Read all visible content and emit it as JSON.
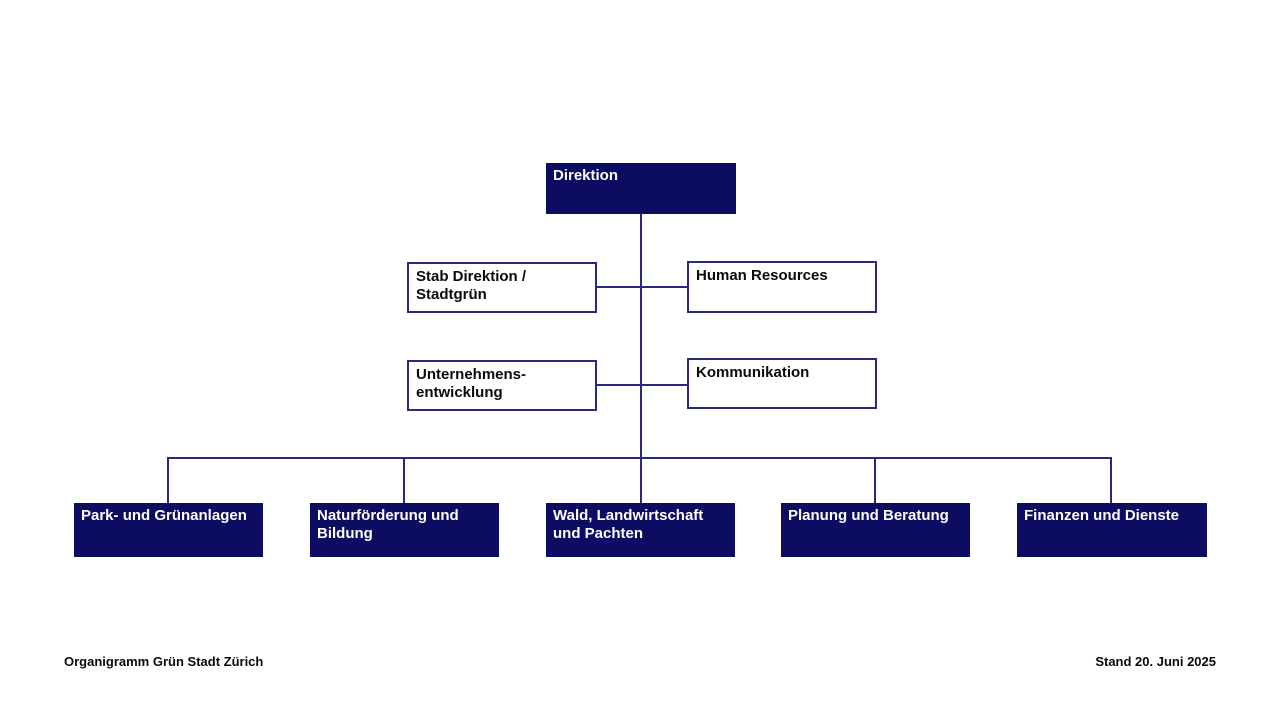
{
  "document": {
    "title": "Organigramm Grün Stadt Zürich",
    "footer_left": "Organigramm Grün Stadt Zürich",
    "footer_right": "Stand 20. Juni 2025"
  },
  "colors": {
    "navy_fill": "#0d0c63",
    "navy_line": "#28287d",
    "bg": "#ffffff",
    "text_dark": "#0a0a0a",
    "text_light": "#ffffff"
  },
  "org_chart": {
    "root": {
      "label": "Direktion"
    },
    "staff_units": [
      {
        "label": "Stab Direktion /\nStadtgrün"
      },
      {
        "label": "Human Resources"
      },
      {
        "label": "Unternehmens-\nentwicklung"
      },
      {
        "label": "Kommunikation"
      }
    ],
    "departments": [
      {
        "label": "Park- und Grünanlagen"
      },
      {
        "label": "Naturförderung und\nBildung"
      },
      {
        "label": "Wald, Landwirtschaft\nund Pachten"
      },
      {
        "label": "Planung und Beratung"
      },
      {
        "label": "Finanzen und Dienste"
      }
    ]
  }
}
